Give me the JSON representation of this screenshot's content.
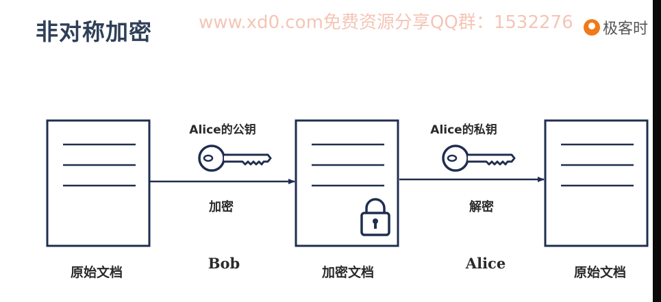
{
  "title": "非对称加密",
  "watermark": "www.xd0.com免费资源分享QQ群：1532276",
  "brand": {
    "name": "极客时"
  },
  "documents": [
    {
      "label": "原始文档"
    },
    {
      "label": "加密文档"
    },
    {
      "label": "原始文档"
    }
  ],
  "arrows": [
    {
      "key_label": "Alice的公钥",
      "action": "加密",
      "actor": "Bob"
    },
    {
      "key_label": "Alice的私钥",
      "action": "解密",
      "actor": "Alice"
    }
  ],
  "colors": {
    "title": "#2f3f58",
    "box_border": "#1f2d4f",
    "lines": "#1f2d4f",
    "watermark": "#eb9678",
    "brand": "#f07a1a"
  },
  "icons": [
    "key-icon",
    "lock-icon"
  ]
}
